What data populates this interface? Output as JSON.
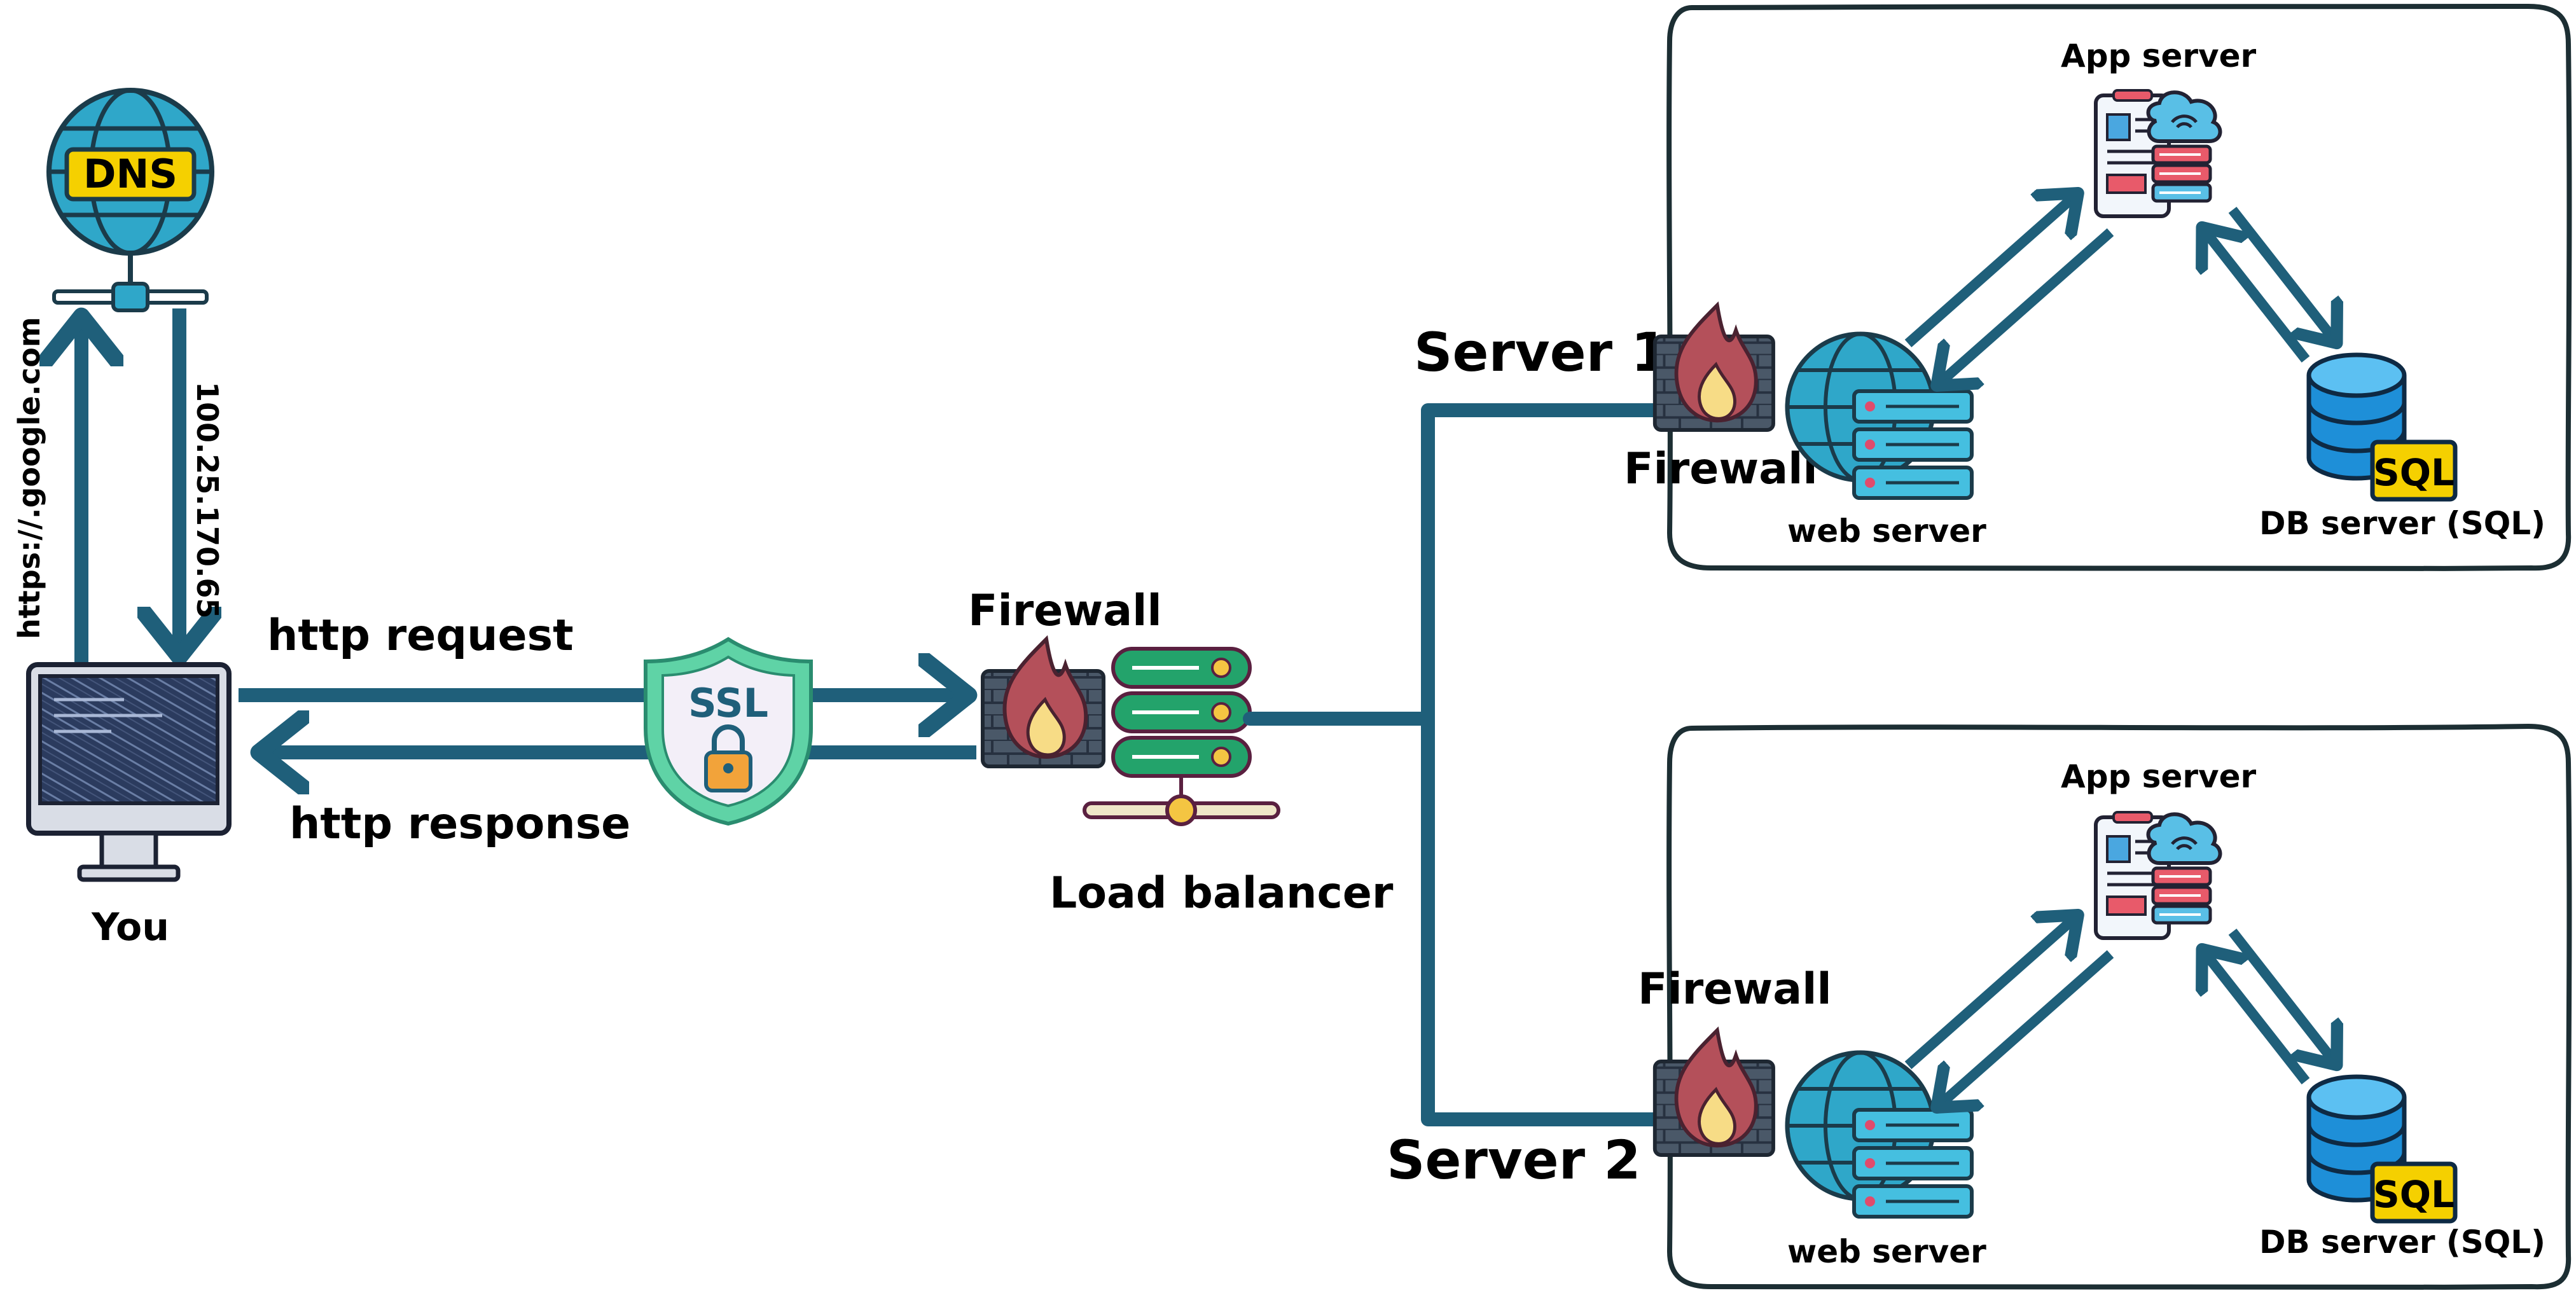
{
  "user": {
    "label": "You"
  },
  "dns": {
    "badge": "DNS"
  },
  "dns_request": {
    "label": "https://.google.com"
  },
  "dns_response": {
    "label": "100.25.170.65"
  },
  "http_request": {
    "label": "http request"
  },
  "http_response": {
    "label": "http response"
  },
  "ssl": {
    "badge": "SSL"
  },
  "front_firewall": {
    "label": "Firewall"
  },
  "load_balancer": {
    "label": "Load balancer"
  },
  "servers": [
    {
      "name": "Server 1",
      "firewall_label": "Firewall",
      "web_server_label": "web server",
      "app_server_label": "App server",
      "db_server_label": "DB server (SQL)",
      "db_badge": "SQL"
    },
    {
      "name": "Server 2",
      "firewall_label": "Firewall",
      "web_server_label": "web server",
      "app_server_label": "App server",
      "db_server_label": "DB server (SQL)",
      "db_badge": "SQL"
    }
  ],
  "colors": {
    "connector": "#1f5f7a",
    "firewall_brick": "#4a5868",
    "flame": "#b4505a",
    "flame_core": "#f7dc86",
    "lb_green": "#23a36b",
    "lb_yellow": "#f4c542",
    "globe": "#2fa7c9",
    "db_blue": "#1e8fd8",
    "sql_yellow": "#f5d000",
    "ssl_shield": "#5fd3a6",
    "ssl_lock": "#f2a33a",
    "monitor": "#2b3b5e"
  },
  "icons": {
    "user": "monitor-icon",
    "dns": "globe-icon",
    "ssl": "shield-lock-icon",
    "firewall": "firewall-icon",
    "load_balancer": "server-rack-icon",
    "web_server": "globe-server-icon",
    "app_server": "cloud-app-icon",
    "db_server": "database-icon"
  }
}
